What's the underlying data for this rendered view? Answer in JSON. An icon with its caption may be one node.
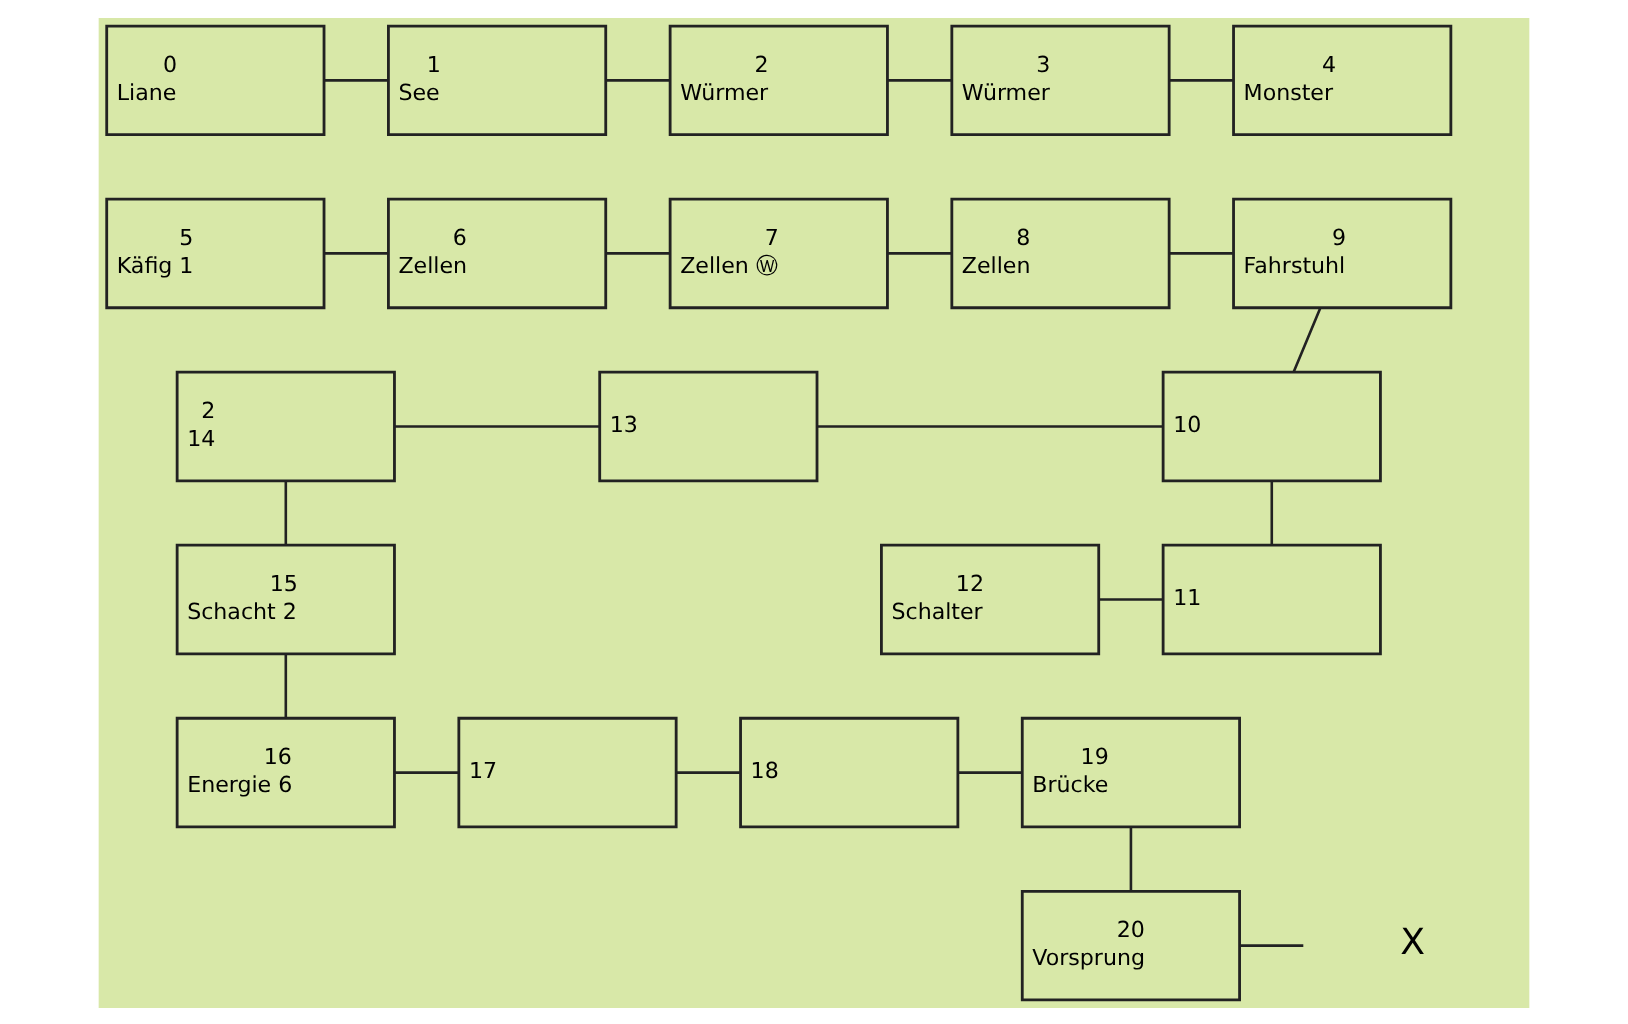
{
  "diagram": {
    "nodes": [
      {
        "text": [
          "0",
          "Liane"
        ]
      },
      {
        "text": [
          "1",
          "See"
        ]
      },
      {
        "text": [
          "2",
          "Würmer"
        ]
      },
      {
        "text": [
          "3",
          "Würmer"
        ]
      },
      {
        "text": [
          "4",
          "Monster"
        ]
      },
      {
        "text": [
          "5",
          "Käfig 1"
        ]
      },
      {
        "text": [
          "6",
          "Zellen"
        ]
      },
      {
        "text": [
          "7",
          "Zellen Ⓦ"
        ]
      },
      {
        "text": [
          "8",
          "Zellen"
        ]
      },
      {
        "text": [
          "9",
          "Fahrstuhl"
        ]
      },
      {
        "text": [
          "2",
          "14"
        ]
      },
      {
        "text": [
          "13"
        ]
      },
      {
        "text": [
          "10"
        ]
      },
      {
        "text": [
          "15",
          "Schacht 2"
        ]
      },
      {
        "text": [
          "12",
          "Schalter"
        ]
      },
      {
        "text": [
          "11"
        ]
      },
      {
        "text": [
          "16",
          "Energie 6"
        ]
      },
      {
        "text": [
          "17"
        ]
      },
      {
        "text": [
          "18"
        ]
      },
      {
        "text": [
          "19",
          "Brücke"
        ]
      },
      {
        "text": [
          "20",
          "Vorsprung"
        ]
      },
      {
        "text": [
          "X"
        ]
      }
    ],
    "edges": [
      {
        "from": 0,
        "to": 1,
        "arrow": "none"
      },
      {
        "from": 1,
        "to": 2,
        "arrow": "none"
      },
      {
        "from": 2,
        "to": 3,
        "arrow": "none"
      },
      {
        "from": 3,
        "to": 4,
        "arrow": "none"
      },
      {
        "from": 5,
        "to": 6,
        "arrow": "none"
      },
      {
        "from": 6,
        "to": 7,
        "arrow": "none"
      },
      {
        "from": 7,
        "to": 8,
        "arrow": "none"
      },
      {
        "from": 8,
        "to": 9,
        "arrow": "none"
      },
      {
        "from": 9,
        "to": 12,
        "arrow": "none"
      },
      {
        "from": 10,
        "to": 11,
        "arrow": "none"
      },
      {
        "from": 11,
        "to": 12,
        "arrow": "none"
      },
      {
        "from": 12,
        "to": 15,
        "arrow": "none"
      },
      {
        "from": 14,
        "to": 15,
        "arrow": "none"
      },
      {
        "from": 10,
        "to": 13,
        "arrow": "none"
      },
      {
        "from": 13,
        "to": 16,
        "arrow": "none"
      },
      {
        "from": 16,
        "to": 17,
        "arrow": "none"
      },
      {
        "from": 17,
        "to": 18,
        "arrow": "none"
      },
      {
        "from": 18,
        "to": 19,
        "arrow": "none"
      },
      {
        "from": 19,
        "to": 20,
        "arrow": "none"
      },
      {
        "from": 20,
        "to": 21,
        "arrow": "none"
      }
    ]
  }
}
